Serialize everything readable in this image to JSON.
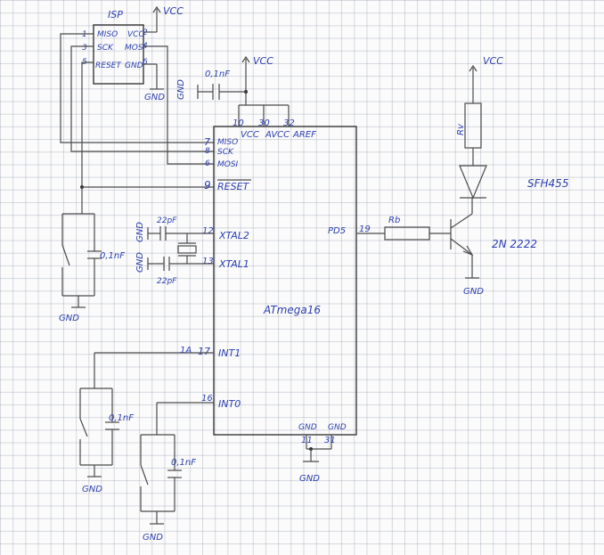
{
  "isp": {
    "title": "ISP",
    "vcc": "VCC",
    "gnd": "GND",
    "pins": [
      {
        "num": "1",
        "name": "MISO"
      },
      {
        "num": "3",
        "name": "SCK"
      },
      {
        "num": "5",
        "name": "RESET"
      },
      {
        "num": "2",
        "name": "VCC"
      },
      {
        "num": "4",
        "name": "MOSI"
      },
      {
        "num": "6",
        "name": "GND"
      }
    ]
  },
  "mcu": {
    "name": "ATmega16",
    "pins": {
      "vcc": {
        "num": "10",
        "name": "VCC"
      },
      "avcc": {
        "num": "30",
        "name": "AVCC"
      },
      "aref": {
        "num": "32",
        "name": "AREF"
      },
      "miso": {
        "num": "7",
        "name": "MISO"
      },
      "sck": {
        "num": "8",
        "name": "SCK"
      },
      "mosi": {
        "num": "6",
        "name": "MOSI"
      },
      "reset": {
        "num": "9",
        "name": "RESET"
      },
      "xtal2": {
        "num": "12",
        "name": "XTAL2"
      },
      "xtal1": {
        "num": "13",
        "name": "XTAL1"
      },
      "int1": {
        "num": "17",
        "name": "INT1"
      },
      "int0": {
        "num": "16",
        "name": "INT0"
      },
      "pd5": {
        "num": "19",
        "name": "PD5"
      },
      "gnd1": {
        "num": "11",
        "name": "GND"
      },
      "gnd2": {
        "num": "31",
        "name": "GND"
      }
    }
  },
  "labels": {
    "vcc": "VCC",
    "gnd": "GND",
    "c100n": "0,1nF",
    "c22p": "22pF",
    "rb": "Rb",
    "rv": "Rv",
    "transistor": "2N 2222",
    "ir_led": "SFH455",
    "int1_mark": "1A"
  }
}
